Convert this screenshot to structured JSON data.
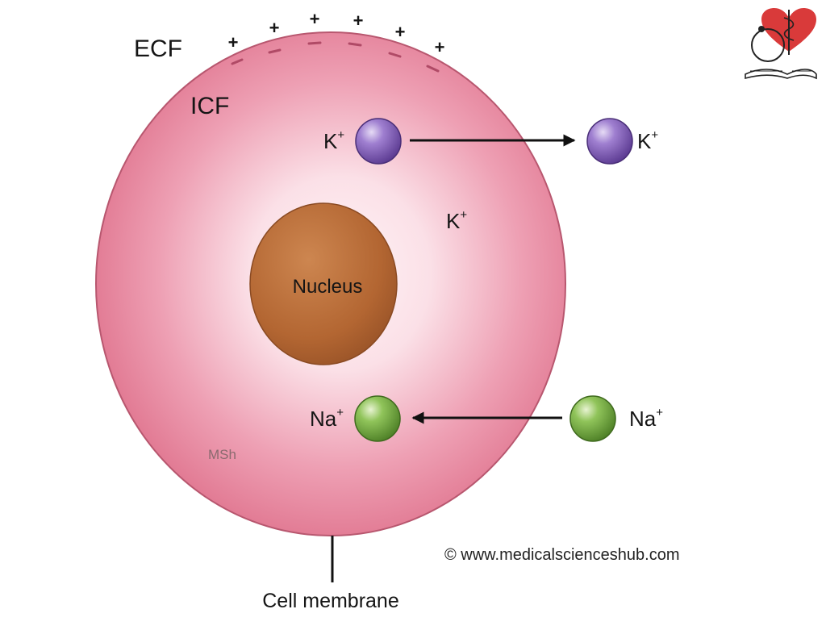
{
  "labels": {
    "ecf": "ECF",
    "icf": "ICF",
    "nucleus": "Nucleus",
    "cell_membrane": "Cell membrane",
    "watermark": "MSh",
    "copyright": "© www.medicalscienceshub.com"
  },
  "ions": {
    "potassium": {
      "symbol": "K",
      "charge": "+",
      "color": "#7a55b8"
    },
    "sodium": {
      "symbol": "Na",
      "charge": "+",
      "color": "#6fa83a"
    }
  },
  "charges": {
    "outside": "+",
    "inside": "–"
  },
  "colors": {
    "cell_fill": "#e7839e",
    "cell_center": "#fde9ee",
    "nucleus": "#b66b38",
    "membrane_outline": "#b8576f"
  },
  "logo": {
    "name": "medical-sciences-hub-logo",
    "colors": [
      "#d93a3a",
      "#222222"
    ]
  }
}
